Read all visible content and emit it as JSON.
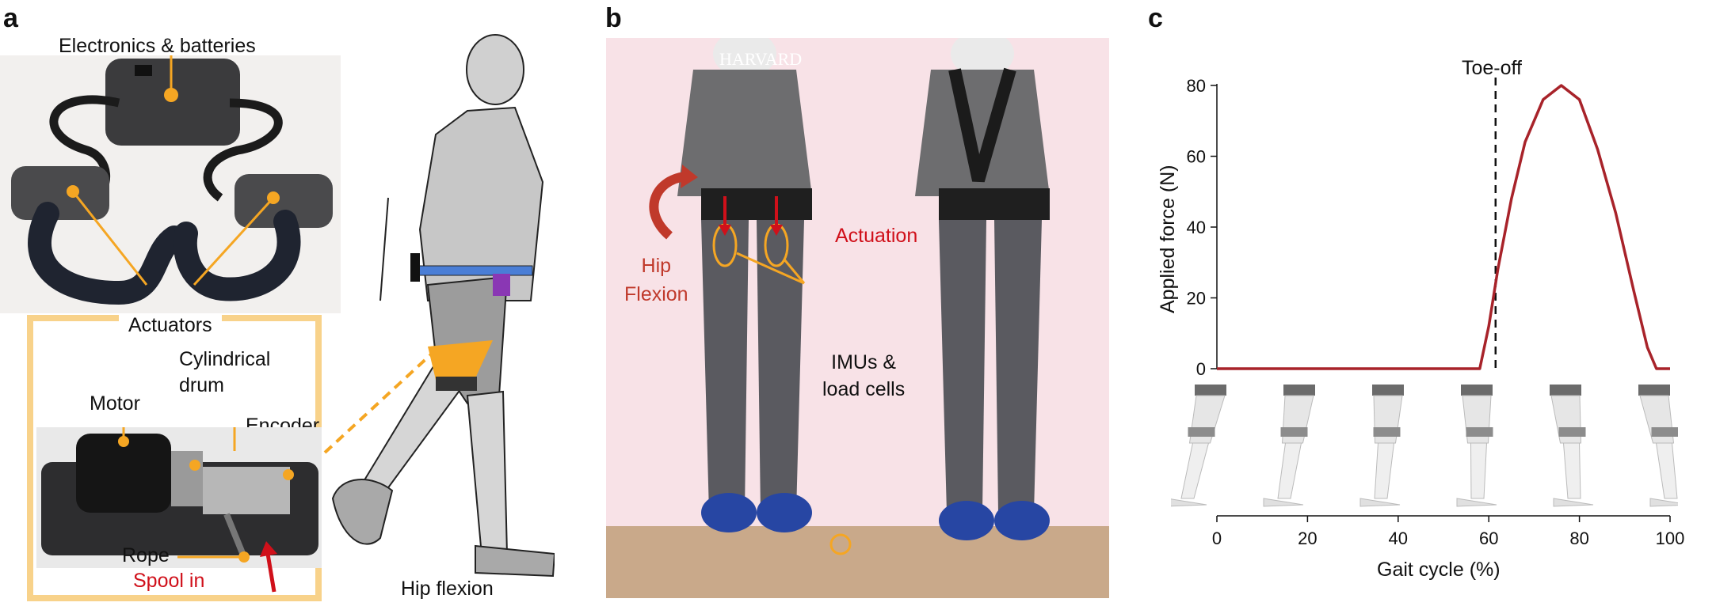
{
  "panels": {
    "a": {
      "letter": "a",
      "labels": {
        "electronics": "Electronics & batteries",
        "actuators": "Actuators",
        "cylindrical_drum": "Cylindrical\ndrum",
        "motor": "Motor",
        "encoder": "Encoder",
        "rope": "Rope",
        "spool_in": "Spool in",
        "hip_flexion": "Hip flexion"
      }
    },
    "b": {
      "letter": "b",
      "labels": {
        "actuation": "Actuation",
        "hip_flexion": "Hip\nFlexion",
        "imus": "IMUs &\nload cells"
      },
      "shirt_text": "HARVARD"
    },
    "c": {
      "letter": "c",
      "toe_off": "Toe-off"
    }
  },
  "colors": {
    "accent_orange": "#f5a623",
    "force_curve": "#a8232a",
    "label_red": "#d0101a",
    "box_outline": "#f8d28a"
  },
  "chart_data": {
    "type": "line",
    "xlabel": "Gait cycle (%)",
    "ylabel": "Applied force (N)",
    "xlim": [
      0,
      100
    ],
    "ylim": [
      0,
      80
    ],
    "xticks": [
      0,
      20,
      40,
      60,
      80,
      100
    ],
    "yticks": [
      0,
      20,
      40,
      60,
      80
    ],
    "grid": false,
    "annotations": [
      {
        "text": "Toe-off",
        "x": 61.5
      }
    ],
    "series": [
      {
        "x": [
          0,
          10,
          20,
          30,
          40,
          50,
          58,
          60,
          62,
          65,
          68,
          72,
          76,
          80,
          84,
          88,
          92,
          95,
          97,
          100
        ],
        "values": [
          0,
          0,
          0,
          0,
          0,
          0,
          0,
          12,
          28,
          48,
          64,
          76,
          80,
          76,
          62,
          44,
          22,
          6,
          0,
          0
        ]
      }
    ]
  }
}
